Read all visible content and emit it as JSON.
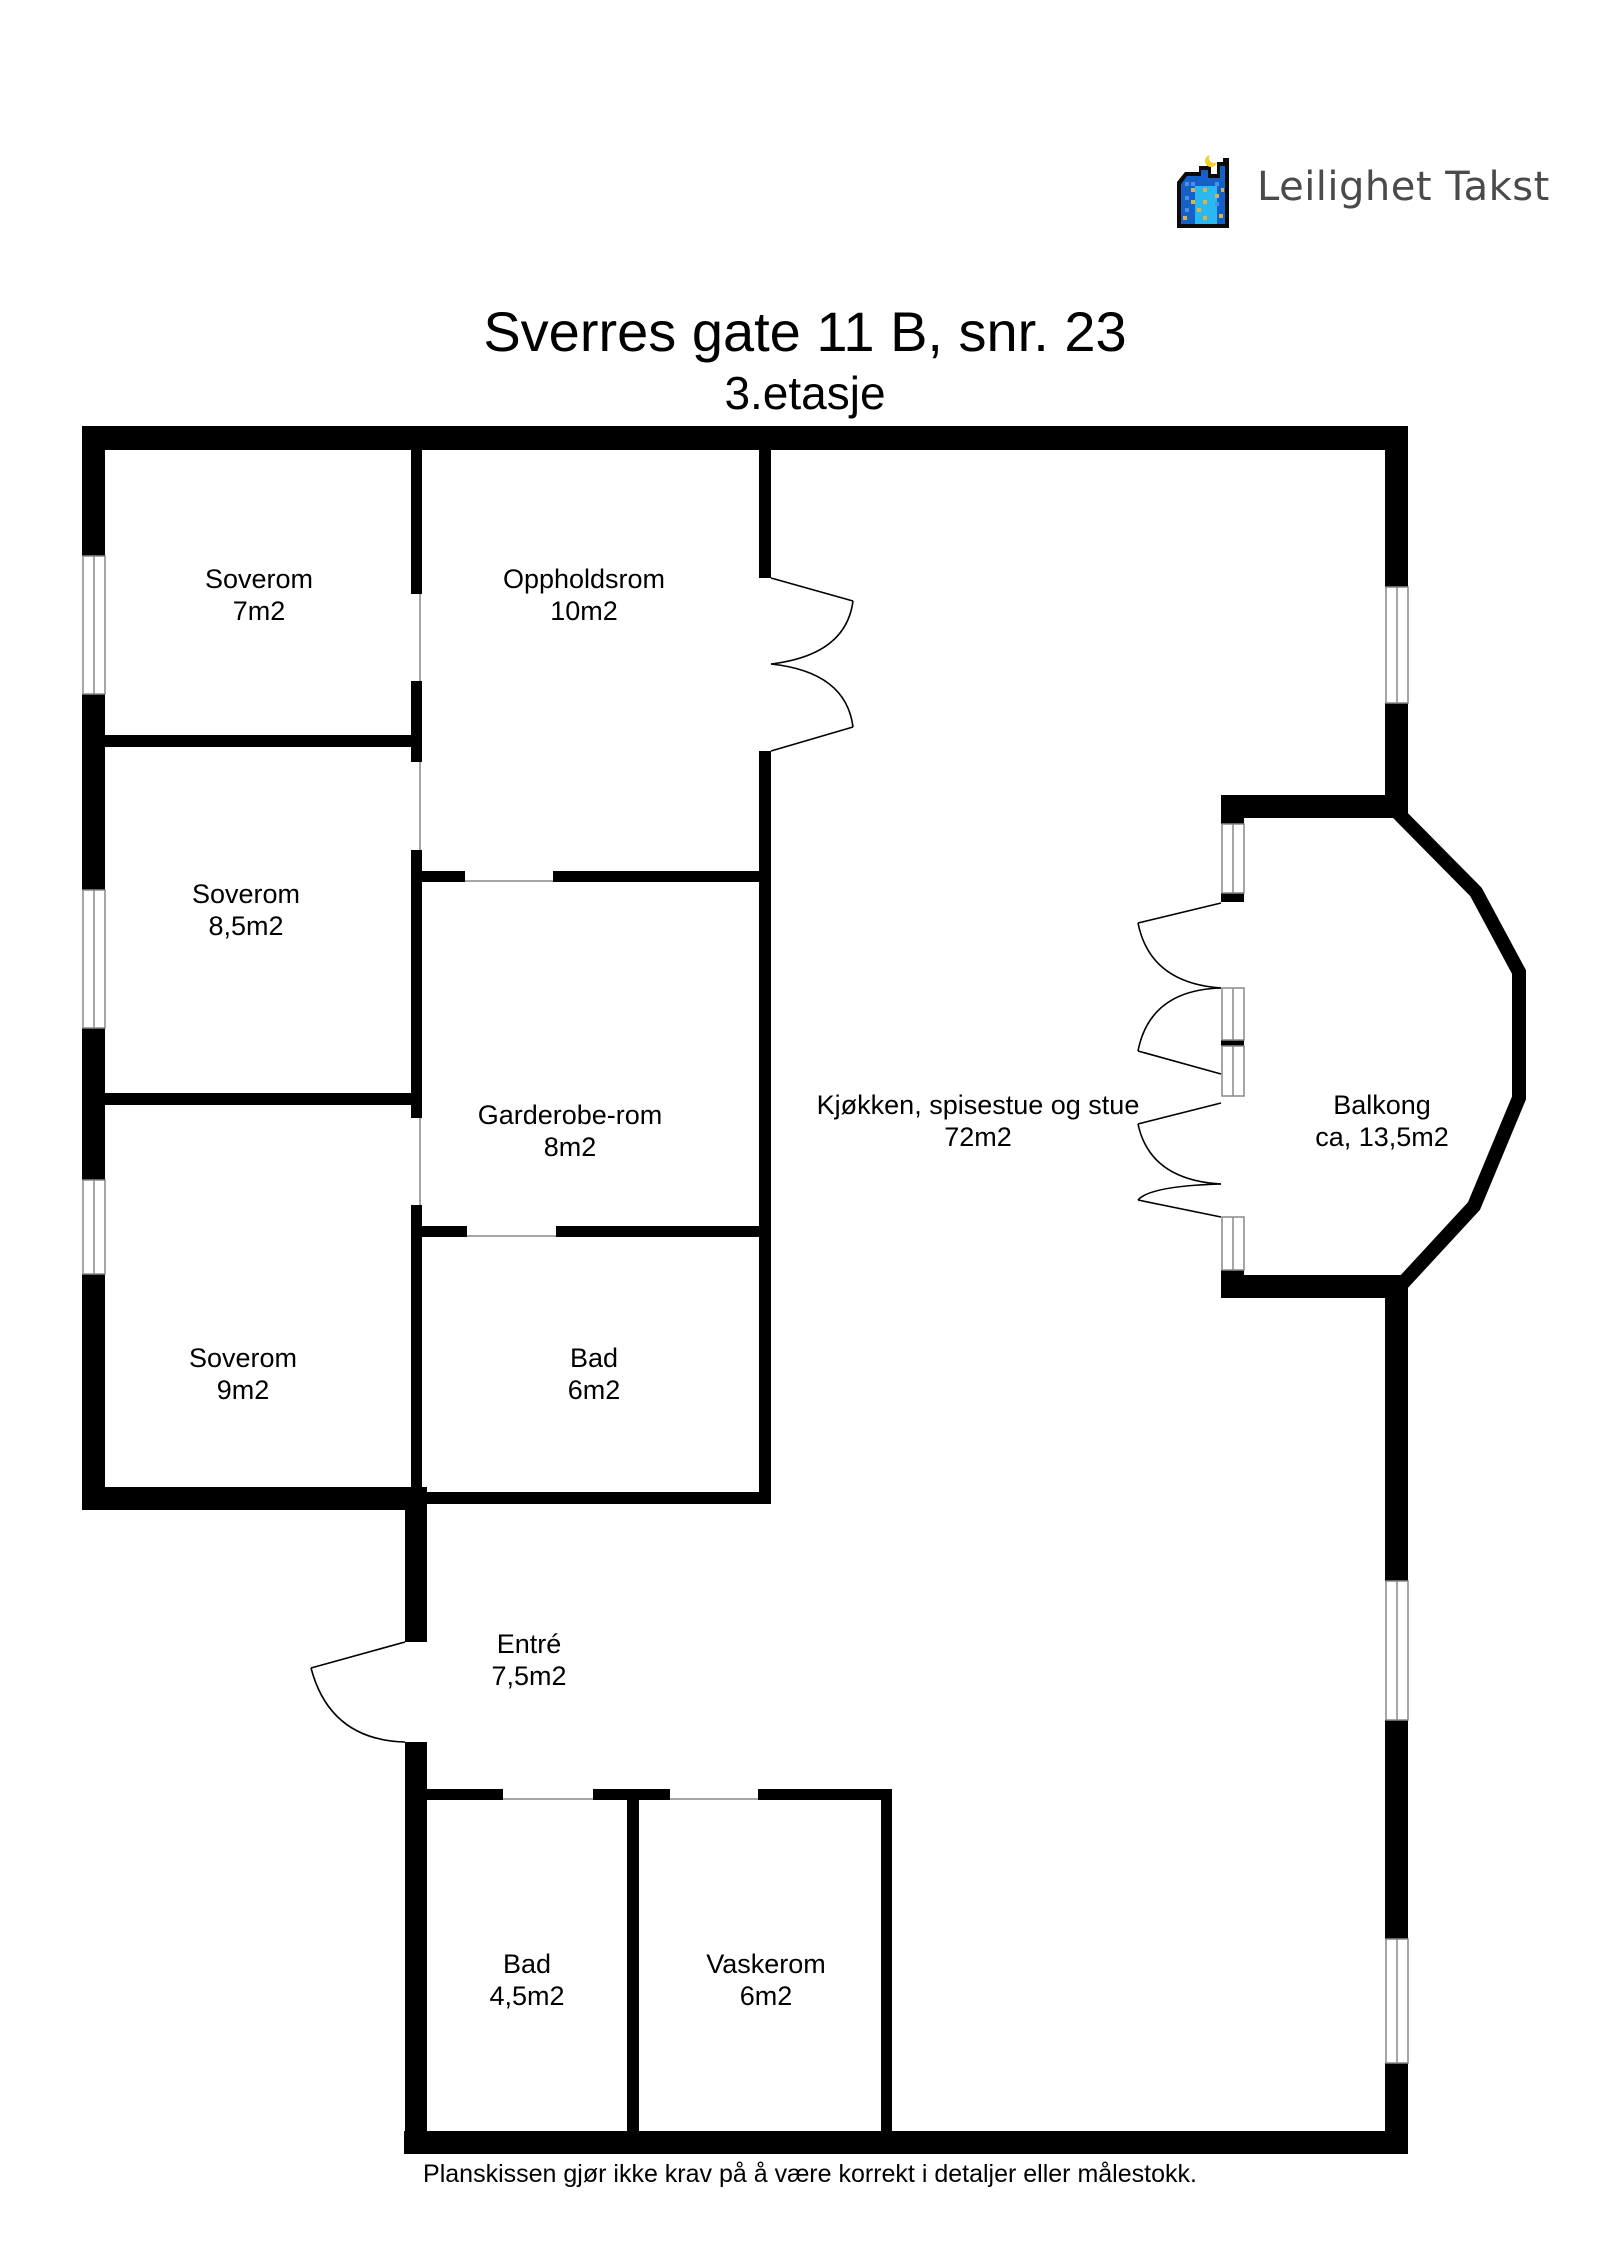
{
  "header": {
    "logo": {
      "icon": "building-icon",
      "text": "Leilighet Takst",
      "colors": {
        "frame": "#0a0a0a",
        "blue_dark": "#1560c8",
        "blue_light": "#29b8f0",
        "window_gold": "#d9b24a",
        "moon": "#f5d02a",
        "text": "#4a4a4a"
      }
    },
    "title": "Sverres gate 11 B, snr. 23",
    "subtitle": "3.etasje"
  },
  "rooms": [
    {
      "name": "Soverom",
      "area": "7m2"
    },
    {
      "name": "Oppholdsrom",
      "area": "10m2"
    },
    {
      "name": "Soverom",
      "area": "8,5m2"
    },
    {
      "name": "Garderobe-rom",
      "area": "8m2"
    },
    {
      "name": "Soverom",
      "area": "9m2"
    },
    {
      "name": "Bad",
      "area": "6m2"
    },
    {
      "name": "Kjøkken, spisestue og stue",
      "area": "72m2"
    },
    {
      "name": "Balkong",
      "area": "ca, 13,5m2"
    },
    {
      "name": "Entré",
      "area": "7,5m2"
    },
    {
      "name": "Bad",
      "area": "4,5m2"
    },
    {
      "name": "Vaskerom",
      "area": "6m2"
    }
  ],
  "footer": {
    "disclaimer": "Planskissen gjør ikke krav på å være korrekt i detaljer eller målestokk."
  },
  "colors": {
    "wall": "#000000",
    "background": "#ffffff",
    "window_line": "#888888"
  }
}
